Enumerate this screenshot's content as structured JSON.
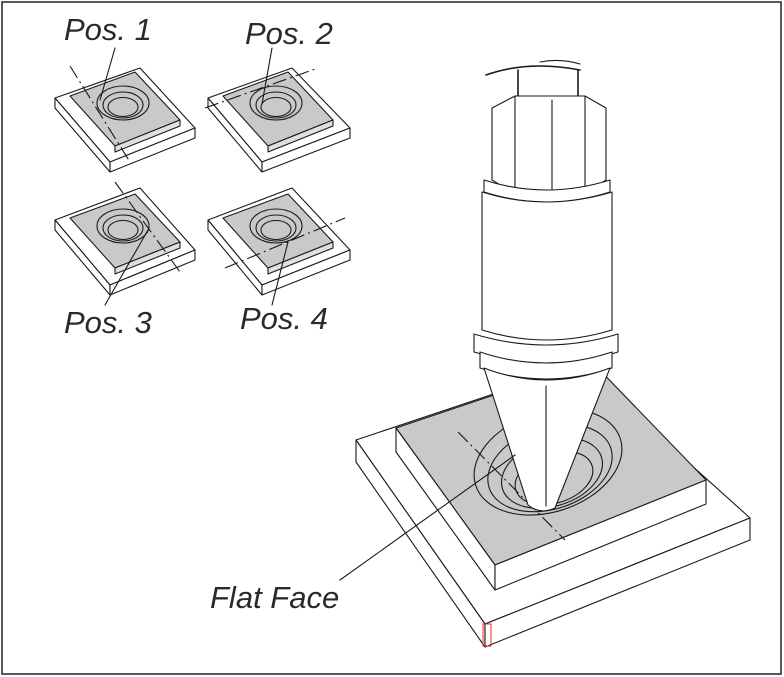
{
  "labels": {
    "pos1": "Pos. 1",
    "pos2": "Pos. 2",
    "pos3": "Pos. 3",
    "pos4": "Pos. 4",
    "flat_face": "Flat Face"
  },
  "colors": {
    "plate_gray": "#c9c9c9",
    "plate_white": "#ffffff",
    "line": "#1a1a1a",
    "highlight": "#e03030"
  }
}
